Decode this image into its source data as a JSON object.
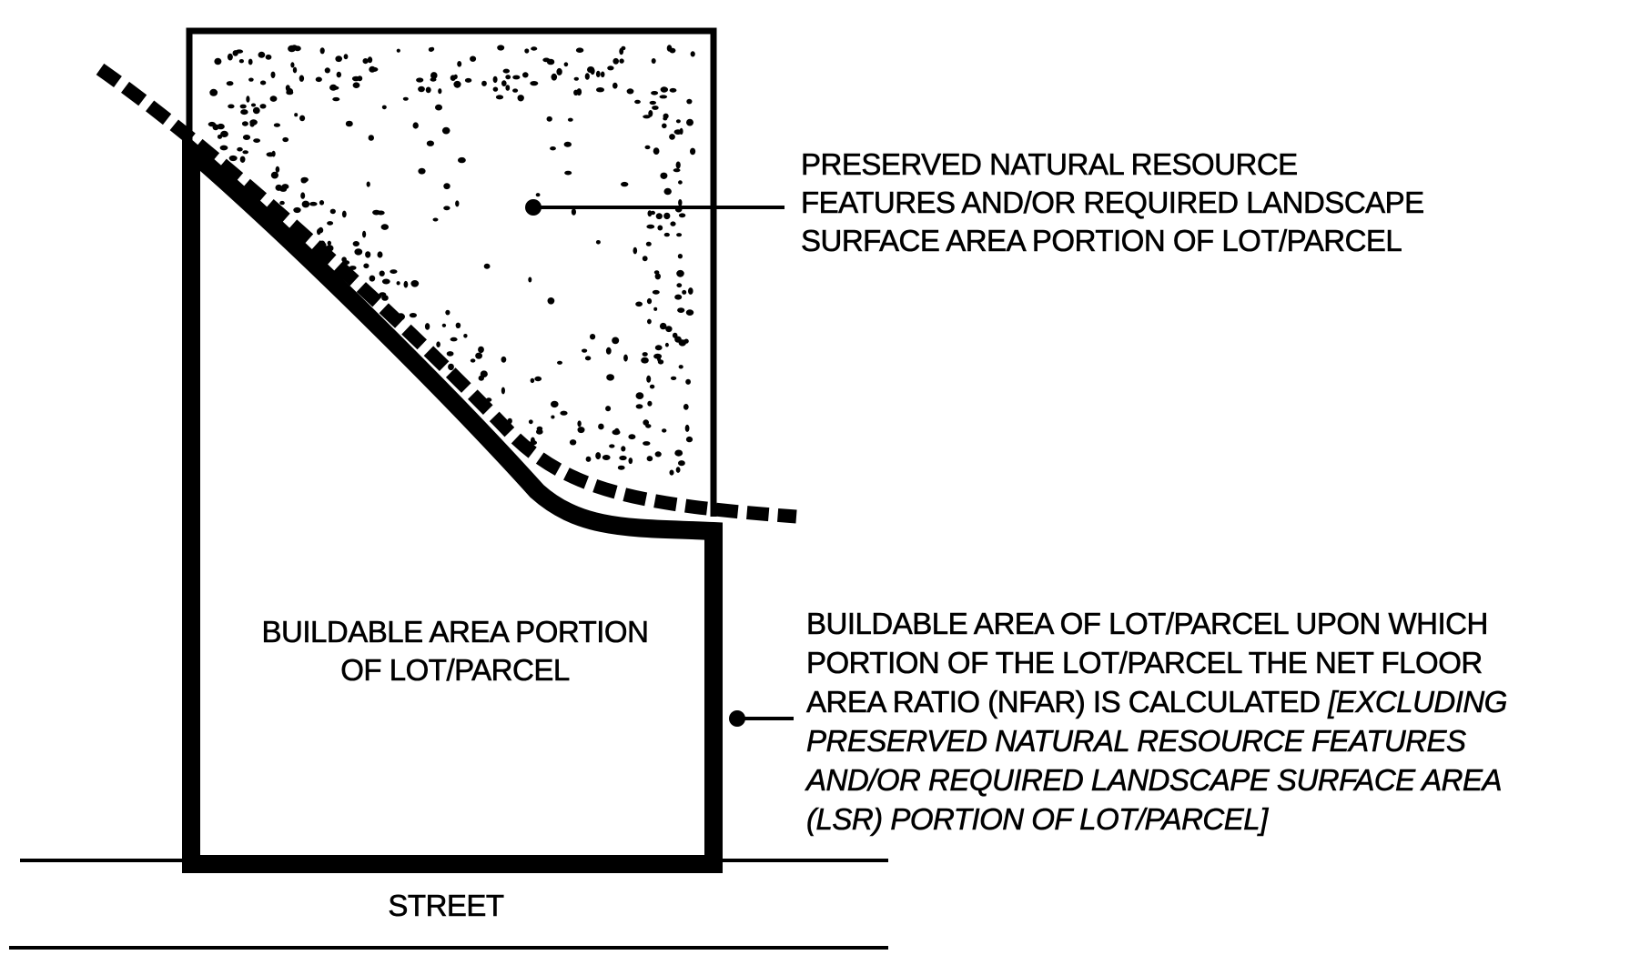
{
  "labels": {
    "preserved": [
      "PRESERVED NATURAL RESOURCE",
      "FEATURES AND/OR REQUIRED LANDSCAPE",
      "SURFACE AREA PORTION OF LOT/PARCEL"
    ],
    "buildable_area": [
      "BUILDABLE AREA PORTION",
      "OF LOT/PARCEL"
    ],
    "nfar_normal": [
      "BUILDABLE AREA OF LOT/PARCEL UPON WHICH",
      "PORTION OF THE LOT/PARCEL THE NET FLOOR"
    ],
    "nfar_mixed_prefix": "AREA RATIO (NFAR) IS CALCULATED ",
    "nfar_mixed_italic": "[EXCLUDING",
    "nfar_italic": [
      "PRESERVED NATURAL RESOURCE FEATURES",
      "AND/OR REQUIRED LANDSCAPE SURFACE AREA",
      "(LSR) PORTION OF LOT/PARCEL]"
    ],
    "street": "STREET"
  }
}
